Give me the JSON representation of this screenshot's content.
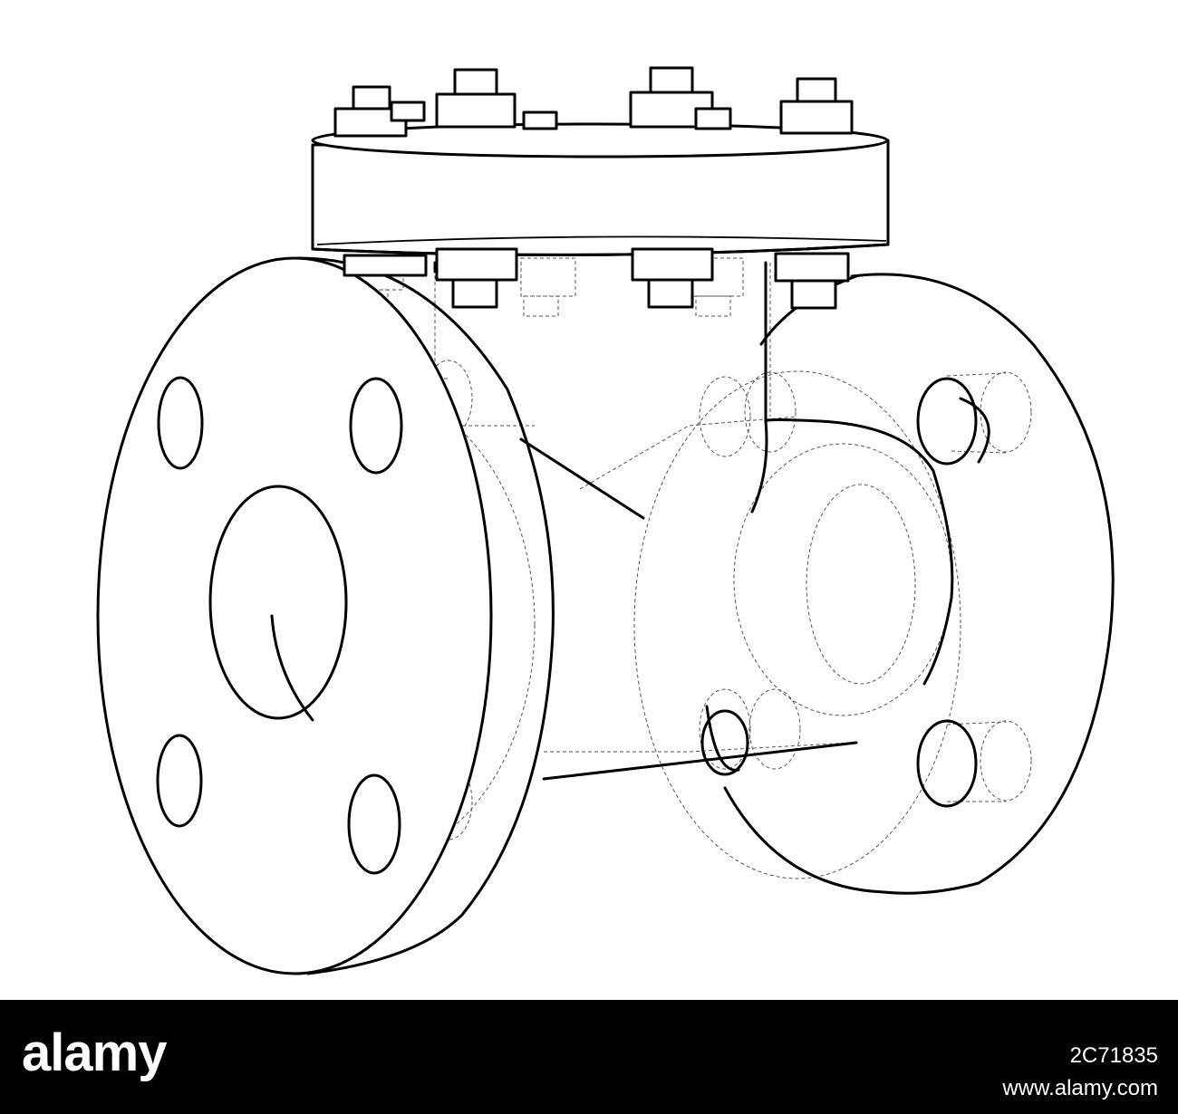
{
  "subject_icon": "flanged-swing-check-valve-wireframe",
  "colors": {
    "line": "#000000",
    "background": "#ffffff",
    "watermark_bar": "#000000",
    "watermark_text": "#ffffff"
  },
  "watermark": {
    "brand": "alamy",
    "image_id": "2C71835",
    "url": "www.alamy.com"
  }
}
